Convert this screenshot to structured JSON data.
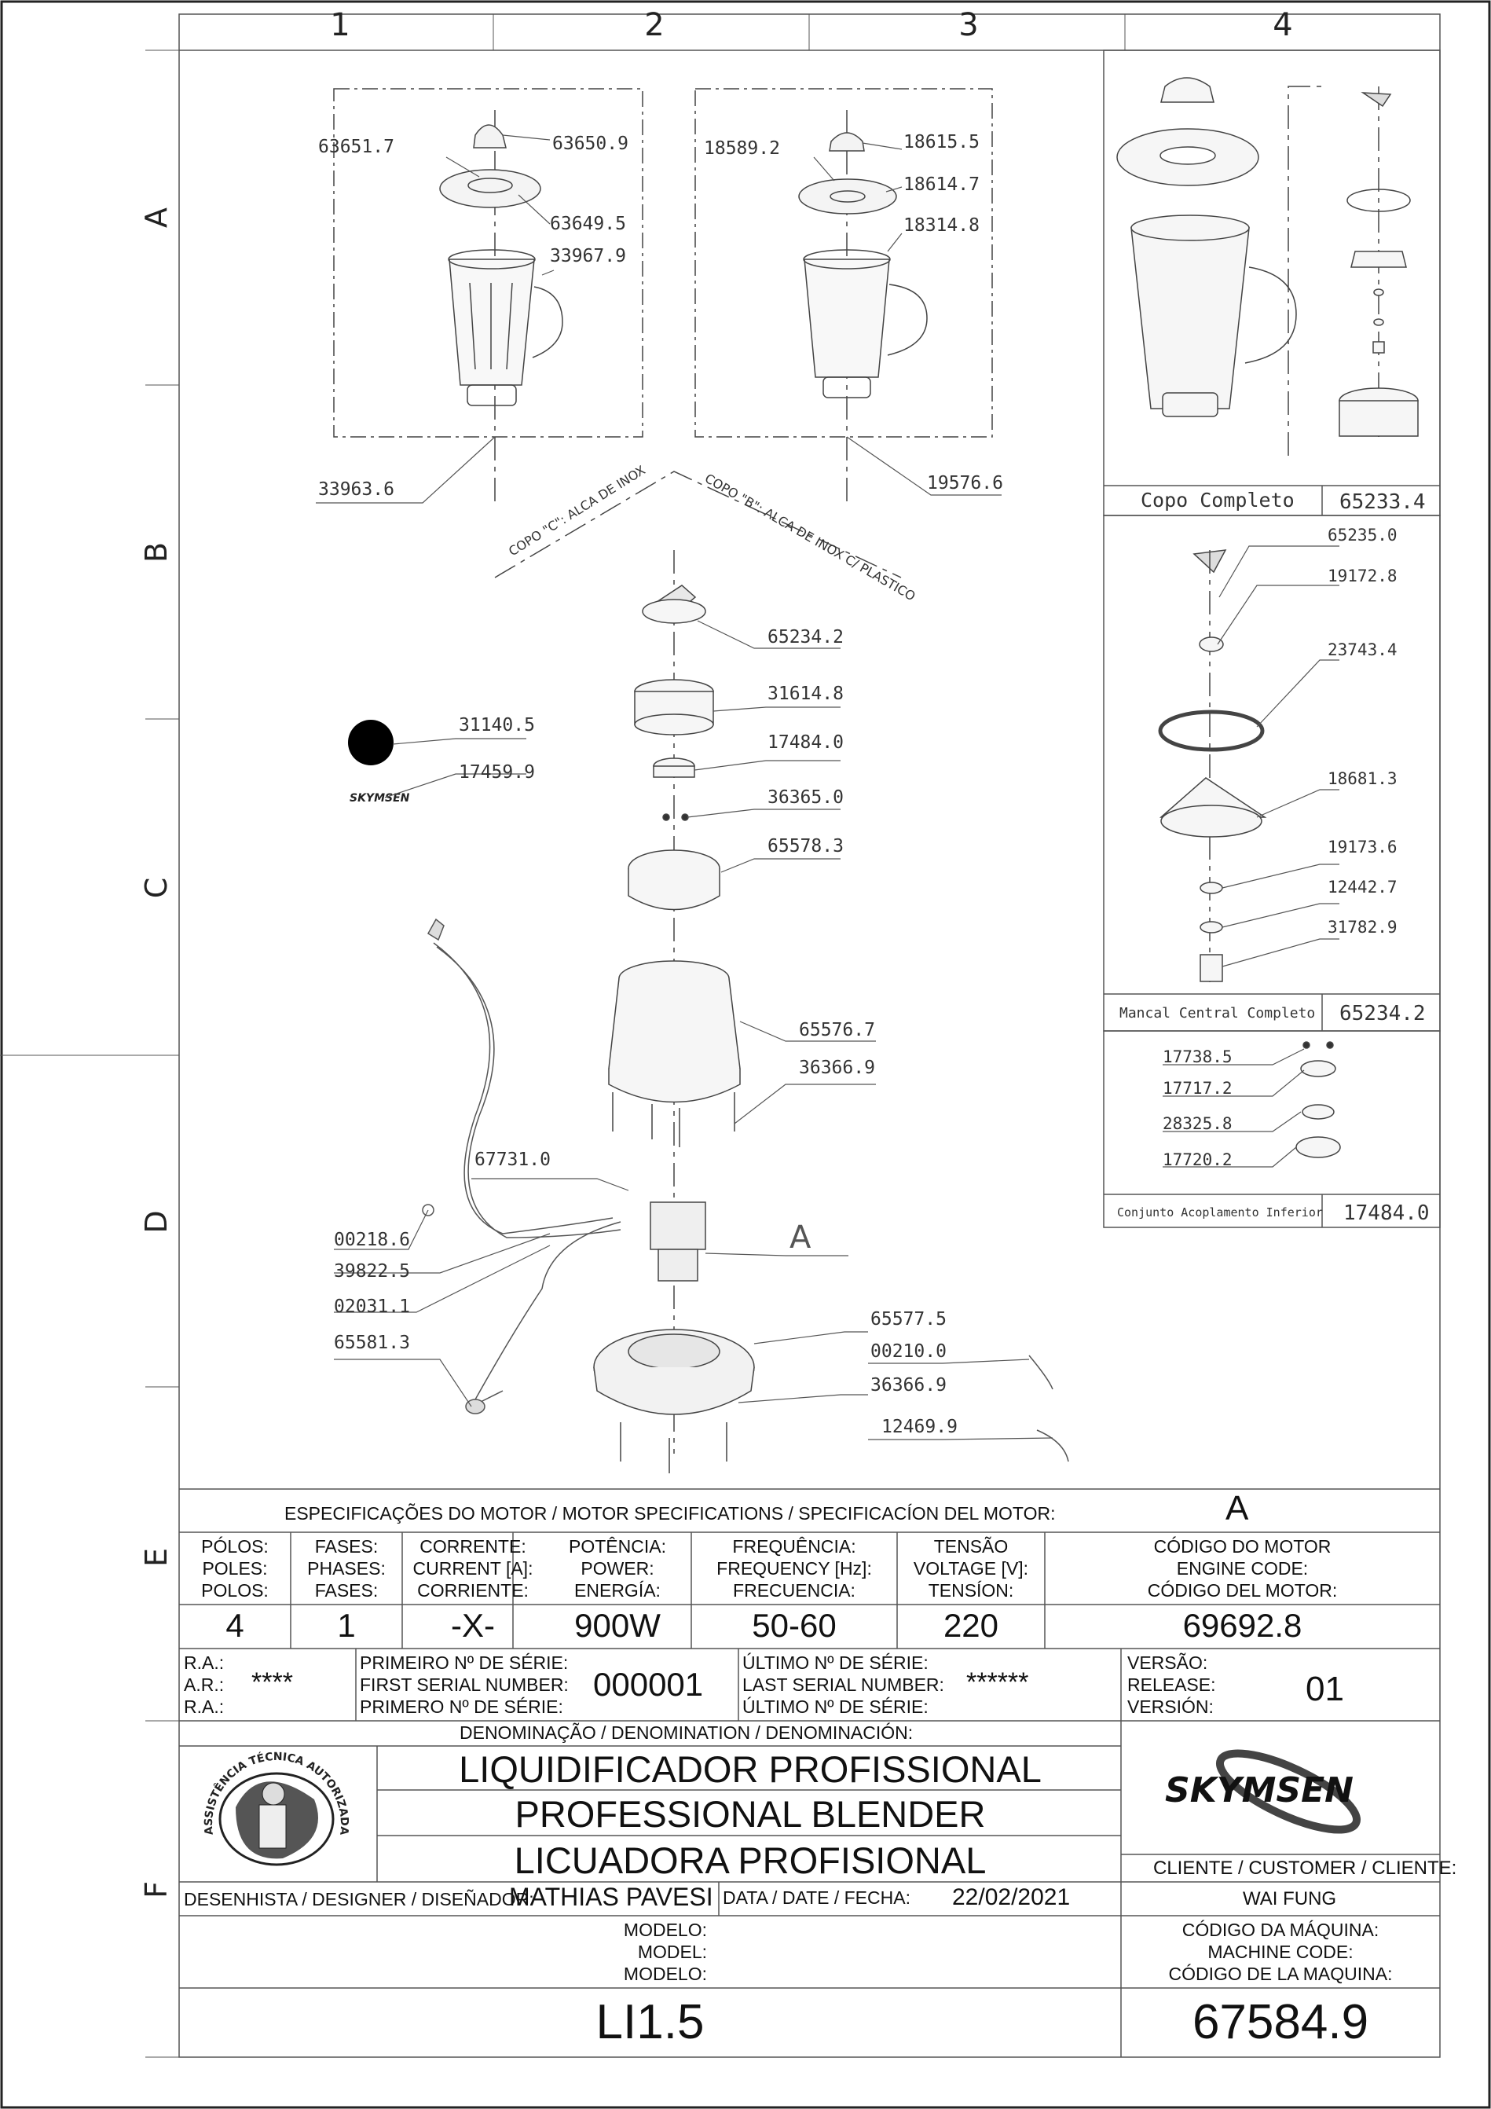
{
  "grid": {
    "columns": [
      "1",
      "2",
      "3",
      "4"
    ],
    "rows": [
      "A",
      "B",
      "C",
      "D",
      "E",
      "F"
    ]
  },
  "drawing": {
    "cup_c_parts": [
      "63651.7",
      "63650.9",
      "63649.5",
      "33967.9",
      "33963.6"
    ],
    "cup_b_parts": [
      "18589.2",
      "18615.5",
      "18614.7",
      "18314.8",
      "19576.6"
    ],
    "cup_c_label": "COPO \"C\": ALCA DE INOX",
    "cup_b_label": "COPO \"B\": ALCA DE INOX C/ PLASTICO",
    "center_parts": [
      "65234.2",
      "31614.8",
      "17484.0",
      "36365.0",
      "65578.3",
      "65576.7",
      "36366.9",
      "67731.0",
      "65577.5",
      "00210.0",
      "36366.9",
      "12469.9"
    ],
    "left_parts": [
      "31140.5",
      "17459.9",
      "00218.6",
      "39822.5",
      "02031.1",
      "65581.3"
    ],
    "motor_ref": "A",
    "logo_small": "SKYMSEN"
  },
  "side_panels": {
    "copo_completo": {
      "label": "Copo Completo",
      "code": "65233.4"
    },
    "mancal": {
      "label": "Mancal Central Completo",
      "code": "65234.2",
      "parts": [
        "65235.0",
        "19172.8",
        "23743.4",
        "18681.3",
        "19173.6",
        "12442.7",
        "31782.9"
      ]
    },
    "acoplamento": {
      "label": "Conjunto Acoplamento Inferior",
      "code": "17484.0",
      "parts": [
        "17738.5",
        "17717.2",
        "28325.8",
        "17720.2"
      ]
    }
  },
  "spec": {
    "heading": "ESPECIFICAÇÕES DO MOTOR / MOTOR SPECIFICATIONS / SPECIFICACÍON DEL MOTOR:",
    "motor_ref": "A",
    "columns": [
      {
        "l1": "PÓLOS:",
        "l2": "POLES:",
        "l3": "POLOS:",
        "value": "4"
      },
      {
        "l1": "FASES:",
        "l2": "PHASES:",
        "l3": "FASES:",
        "value": "1"
      },
      {
        "l1": "CORRENTE:",
        "l2": "CURRENT [A]:",
        "l3": "CORRIENTE:",
        "value": "-X-"
      },
      {
        "l1": "POTÊNCIA:",
        "l2": "POWER:",
        "l3": "ENERGÍA:",
        "value": "900W"
      },
      {
        "l1": "FREQUÊNCIA:",
        "l2": "FREQUENCY [Hz]:",
        "l3": "FRECUENCIA:",
        "value": "50-60"
      },
      {
        "l1": "TENSÃO",
        "l2": "VOLTAGE [V]:",
        "l3": "TENSÍON:",
        "value": "220"
      },
      {
        "l1": "CÓDIGO DO MOTOR",
        "l2": "ENGINE CODE:",
        "l3": "CÓDIGO DEL MOTOR:",
        "value": "69692.8"
      }
    ]
  },
  "serial": {
    "ra": [
      "R.A.:",
      "A.R.:",
      "R.A.:"
    ],
    "ra_value": "****",
    "first": [
      "PRIMEIRO Nº DE SÉRIE:",
      "FIRST SERIAL NUMBER:",
      "PRIMERO Nº DE SÉRIE:"
    ],
    "first_value": "000001",
    "last": [
      "ÚLTIMO Nº DE SÉRIE:",
      "LAST SERIAL NUMBER:",
      "ÚLTIMO Nº DE SÉRIE:"
    ],
    "last_value": "******",
    "version": [
      "VERSÃO:",
      "RELEASE:",
      "VERSIÓN:"
    ],
    "version_value": "01"
  },
  "title_block": {
    "denomination_heading": "DENOMINAÇÃO / DENOMINATION / DENOMINACIÓN:",
    "titles": [
      "LIQUIDIFICADOR PROFISSIONAL",
      "PROFESSIONAL BLENDER",
      "LICUADORA PROFISIONAL"
    ],
    "badge_text": "ASSISTÊNCIA TÉCNICA AUTORIZADA",
    "brand": "SKYMSEN",
    "client_label": "CLIENTE / CUSTOMER / CLIENTE:",
    "client_value": "WAI FUNG",
    "designer_label": "DESENHISTA / DESIGNER / DISEÑADOR:",
    "designer_value": "MATHIAS PAVESI",
    "date_label": "DATA / DATE / FECHA:",
    "date_value": "22/02/2021",
    "model_label": [
      "MODELO:",
      "MODEL:",
      "MODELO:"
    ],
    "model_value": "LI1.5",
    "machine_label": [
      "CÓDIGO DA MÁQUINA:",
      "MACHINE CODE:",
      "CÓDIGO DE LA MAQUINA:"
    ],
    "machine_value": "67584.9"
  }
}
